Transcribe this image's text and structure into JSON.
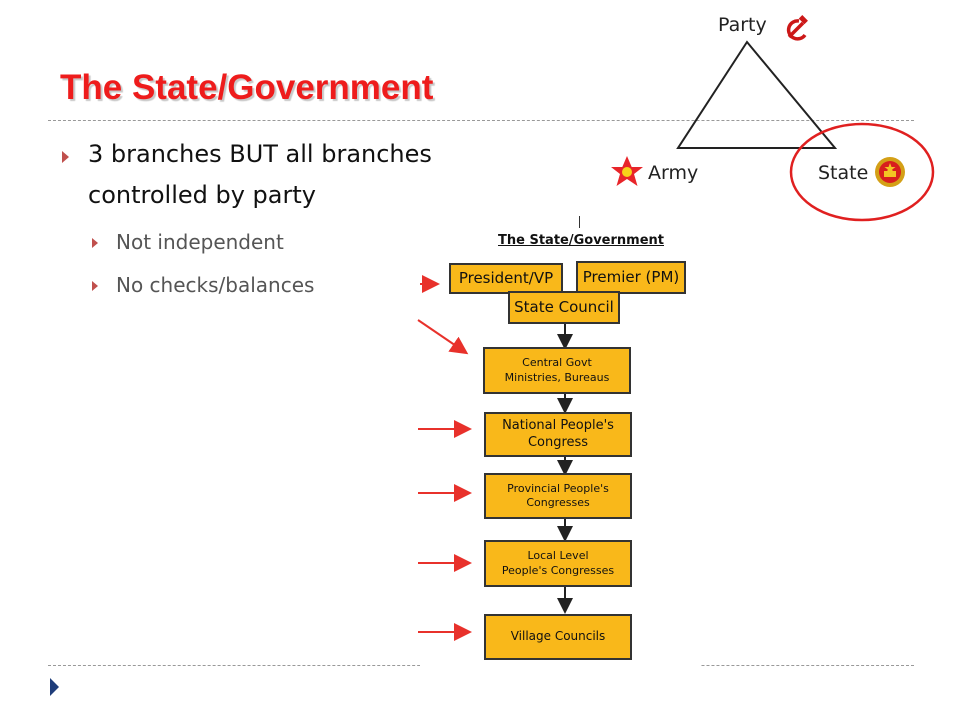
{
  "slide": {
    "title": "The State/Government",
    "bullets": [
      {
        "text_line1": "3 branches BUT all branches",
        "text_line2": "controlled by party",
        "sub": [
          "Not independent",
          "No checks/balances"
        ]
      }
    ]
  },
  "triangle": {
    "party": "Party",
    "army": "Army",
    "state": "State",
    "icons": {
      "party": "hammer-sickle-icon",
      "army": "army-star-emblem-icon",
      "state": "national-emblem-icon"
    },
    "highlight": "state"
  },
  "org_chart": {
    "title": "The State/Government",
    "president": "President/VP",
    "premier": "Premier (PM)",
    "state_council": "State Council",
    "central_govt_line1": "Central Govt",
    "central_govt_line2": "Ministries, Bureaus",
    "npc_line1": "National People's",
    "npc_line2": "Congress",
    "provincial_line1": "Provincial People's",
    "provincial_line2": "Congresses",
    "local_line1": "Local Level",
    "local_line2": "People's Congresses",
    "village": "Village Councils"
  },
  "colors": {
    "title": "#ee1c1c",
    "bullet": "#c0504d",
    "box_fill": "#f9b81a",
    "arrow_red": "#e8312b",
    "circle_red": "#e02020"
  }
}
